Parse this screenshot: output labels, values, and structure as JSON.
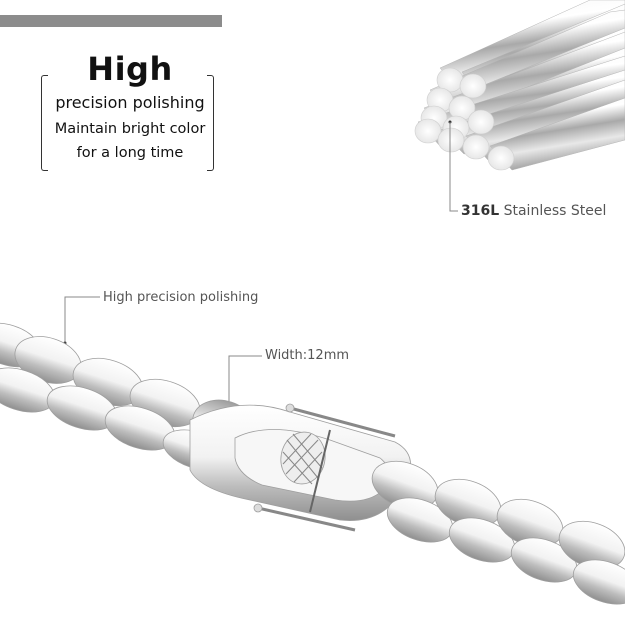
{
  "headline": {
    "title": "High",
    "subtitle": "precision polishing",
    "line1": "Maintain bright color",
    "line2": "for a long time"
  },
  "callouts": {
    "material": {
      "bold": "316L",
      "text": " Stainless Steel"
    },
    "polishing": "High precision polishing",
    "width": "Width:12mm"
  },
  "colors": {
    "accent_bar": "#8c8c8c",
    "text": "#111111",
    "callout_text": "#555555",
    "steel_highlight": "#ffffff",
    "steel_shadow": "#8f8f8f"
  },
  "images": {
    "rods": "stainless-steel-rod-bundle",
    "chain": "cuban-link-chain-with-box-clasp"
  }
}
